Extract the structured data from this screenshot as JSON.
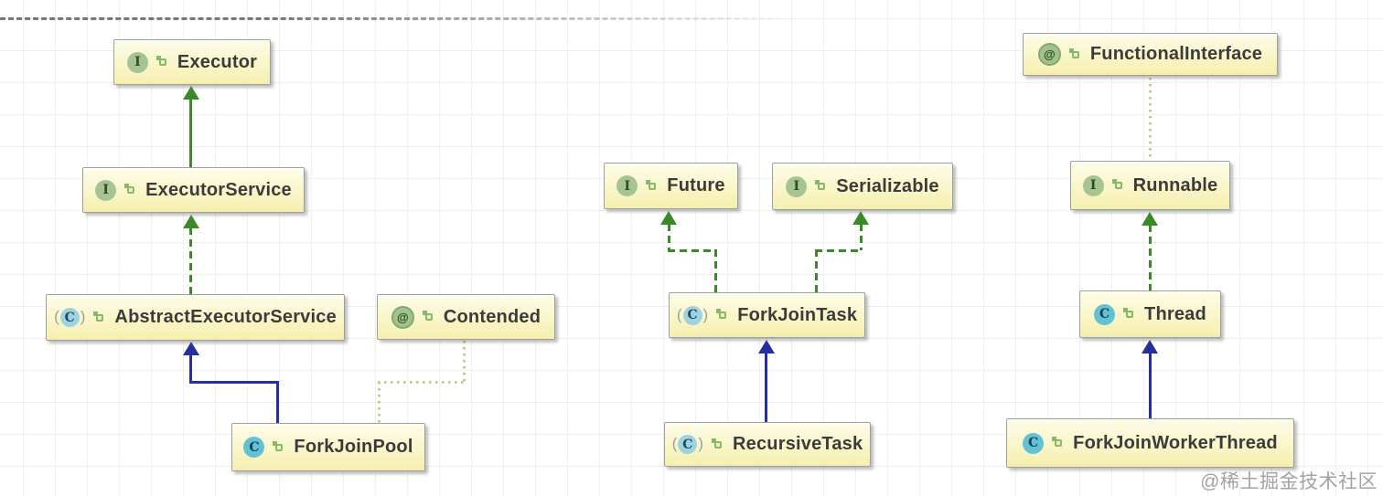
{
  "diagram": {
    "title": "Java ForkJoin UML class diagram",
    "nodes": {
      "executor": {
        "label": "Executor",
        "kind": "interface"
      },
      "executor_service": {
        "label": "ExecutorService",
        "kind": "interface"
      },
      "abstract_executor_service": {
        "label": "AbstractExecutorService",
        "kind": "abstract-class"
      },
      "contended": {
        "label": "Contended",
        "kind": "annotation"
      },
      "fork_join_pool": {
        "label": "ForkJoinPool",
        "kind": "class"
      },
      "future": {
        "label": "Future",
        "kind": "interface"
      },
      "serializable": {
        "label": "Serializable",
        "kind": "interface"
      },
      "fork_join_task": {
        "label": "ForkJoinTask",
        "kind": "abstract-class"
      },
      "recursive_task": {
        "label": "RecursiveTask",
        "kind": "abstract-class"
      },
      "functional_interface": {
        "label": "FunctionalInterface",
        "kind": "annotation"
      },
      "runnable": {
        "label": "Runnable",
        "kind": "interface"
      },
      "thread": {
        "label": "Thread",
        "kind": "class"
      },
      "fork_join_worker_thread": {
        "label": "ForkJoinWorkerThread",
        "kind": "class"
      }
    },
    "icons": {
      "interface_letter": "I",
      "class_letter": "C",
      "annotation_symbol": "@",
      "paren_open": "(",
      "paren_close": ")"
    },
    "edges": [
      {
        "from": "ExecutorService",
        "to": "Executor",
        "relation": "extends",
        "style": "solid-green"
      },
      {
        "from": "AbstractExecutorService",
        "to": "ExecutorService",
        "relation": "implements",
        "style": "dashed-green"
      },
      {
        "from": "ForkJoinPool",
        "to": "AbstractExecutorService",
        "relation": "extends",
        "style": "solid-blue"
      },
      {
        "from": "ForkJoinPool",
        "to": "Contended",
        "relation": "annotated-by",
        "style": "dotted-olive"
      },
      {
        "from": "ForkJoinTask",
        "to": "Future",
        "relation": "implements",
        "style": "dashed-green"
      },
      {
        "from": "ForkJoinTask",
        "to": "Serializable",
        "relation": "implements",
        "style": "dashed-green"
      },
      {
        "from": "RecursiveTask",
        "to": "ForkJoinTask",
        "relation": "extends",
        "style": "solid-blue"
      },
      {
        "from": "Thread",
        "to": "Runnable",
        "relation": "implements",
        "style": "dashed-green"
      },
      {
        "from": "ForkJoinWorkerThread",
        "to": "Thread",
        "relation": "extends",
        "style": "solid-blue"
      },
      {
        "from": "Runnable",
        "to": "FunctionalInterface",
        "relation": "annotated-by",
        "style": "dotted-olive"
      }
    ],
    "colors": {
      "extends_interface_arrow": "#3a8a28",
      "extends_class_arrow": "#272f9e",
      "annotation_link": "#c6c98b",
      "node_fill_top": "#fdfce8",
      "node_fill_bottom": "#f5efad",
      "node_border": "#9e9e9e"
    },
    "watermark": {
      "text": "@稀土掘金技术社区"
    }
  }
}
